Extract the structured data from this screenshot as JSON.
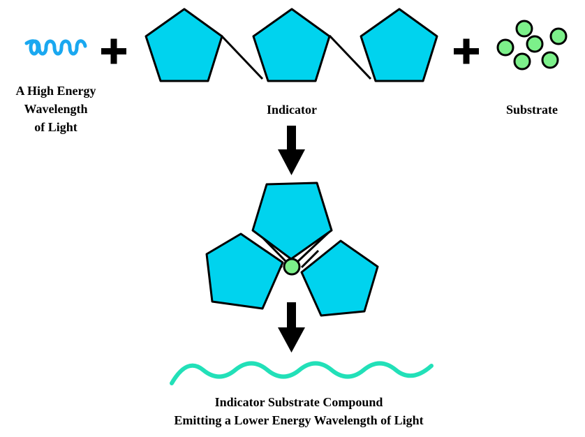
{
  "labels": {
    "light_line1": "A High Energy",
    "light_line2": "Wavelength",
    "light_line3": "of Light",
    "indicator": "Indicator",
    "substrate": "Substrate",
    "compound_line1": "Indicator Substrate Compound",
    "compound_line2": "Emitting a Lower Energy Wavelength of Light"
  },
  "icons": {
    "high_energy_wave": "coil-wave-icon",
    "plus": "plus-icon",
    "pentagon": "pentagon-icon",
    "substrate_particle": "circle-icon",
    "arrow": "arrow-down-icon",
    "low_energy_wave": "sine-wave-icon"
  },
  "colors": {
    "pentagon_fill": "#00D3EE",
    "substrate_fill": "#7CF08A",
    "high_energy_wave": "#1AA8F0",
    "low_energy_wave": "#22E0B8",
    "stroke": "#000000"
  }
}
